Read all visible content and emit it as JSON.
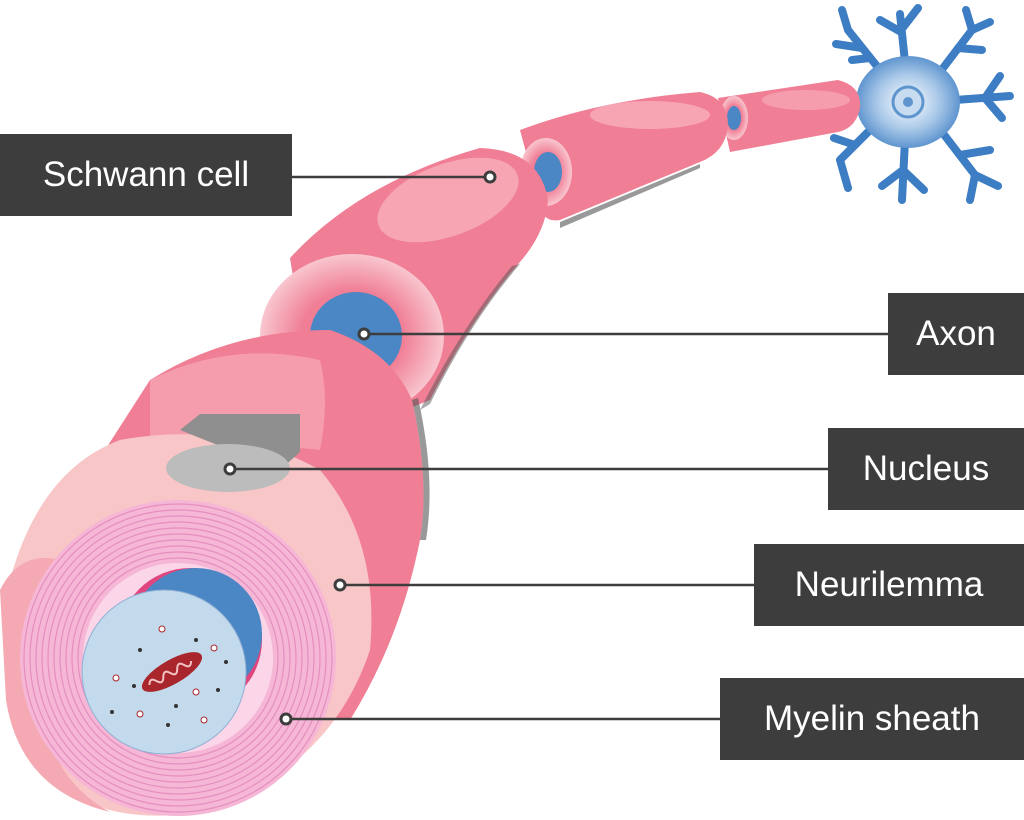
{
  "labels": {
    "schwann_cell": "Schwann cell",
    "axon": "Axon",
    "nucleus": "Nucleus",
    "neurilemma": "Neurilemma",
    "myelin_sheath": "Myelin sheath"
  },
  "colors": {
    "schwann_pink": "#f07e95",
    "schwann_light": "#f7a5b3",
    "myelin_pink": "#f6b6d6",
    "axon_blue": "#4b86c5",
    "axon_interior": "#c3d9ec",
    "neuron_blue": "#3d7dc3",
    "nucleus_grey": "#bcbcbc",
    "label_bg": "#3d3d3d",
    "mitochondrion": "#a8262c"
  }
}
